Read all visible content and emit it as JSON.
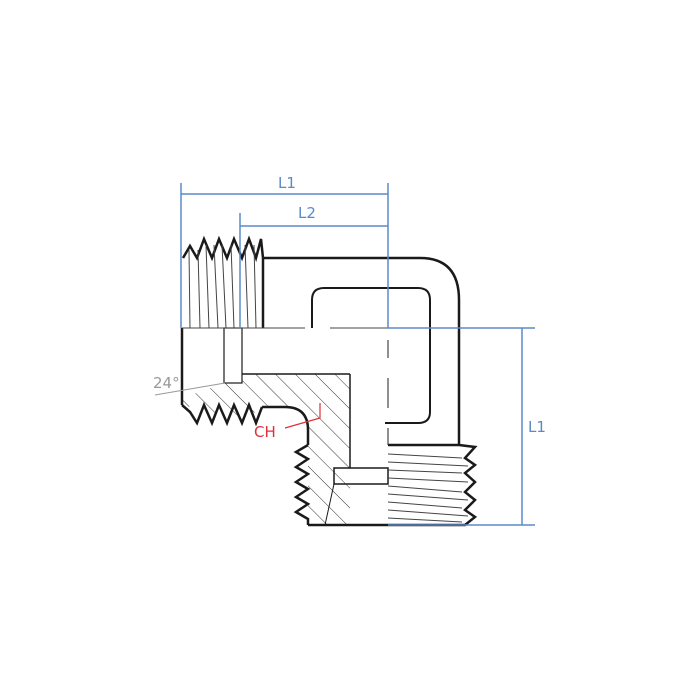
{
  "drawing": {
    "dimensions": {
      "top_l1": "L1",
      "top_l2": "L2",
      "right_l1": "L1",
      "angle": "24°",
      "chamfer": "CH"
    },
    "colors": {
      "dimension": "#5b8ac8",
      "outline": "#1a1a1a",
      "chamfer": "#e0303a",
      "angle": "#999999"
    }
  }
}
